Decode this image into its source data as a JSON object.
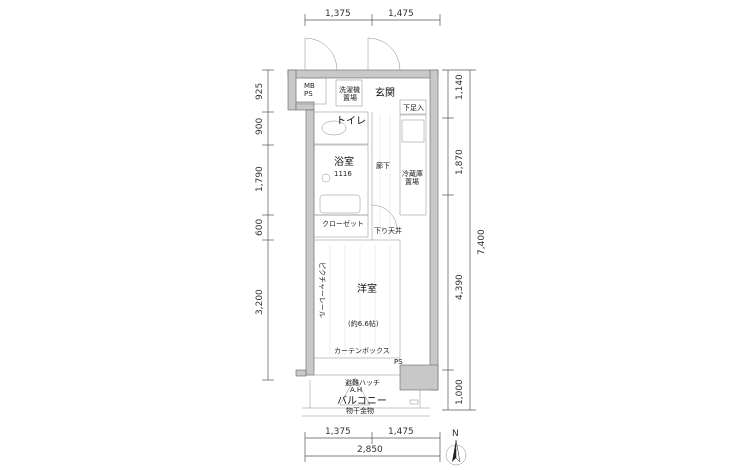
{
  "dimensions": {
    "top": [
      "1,375",
      "1,475"
    ],
    "bottom": [
      "1,375",
      "1,475",
      "2,850"
    ],
    "left": [
      "925",
      "900",
      "1,790",
      "600",
      "3,200"
    ],
    "right": [
      "1,140",
      "1,870",
      "7,400",
      "4,390",
      "1,000"
    ]
  },
  "rooms": {
    "mb_ps": [
      "MB",
      "PS"
    ],
    "washer": [
      "洗濯機",
      "置場"
    ],
    "entrance": "玄関",
    "shoe_box": "下足入",
    "toilet": "トイレ",
    "bath": "浴室",
    "bath_size": "1116",
    "hallway": "廊下",
    "fridge": [
      "冷蔵庫",
      "置場"
    ],
    "closet": "クローゼット",
    "lowered_ceiling": "下り天井",
    "western_room": "洋室",
    "room_size": "(約6.6帖)",
    "picture_rail": "ピクチャーレール",
    "curtain_box": "カーテンボックス",
    "ps": "PS",
    "hatch": [
      "避難ハッチ",
      "A.H"
    ],
    "hanger": "物干金物",
    "balcony": "バルコニー"
  },
  "compass": "N"
}
